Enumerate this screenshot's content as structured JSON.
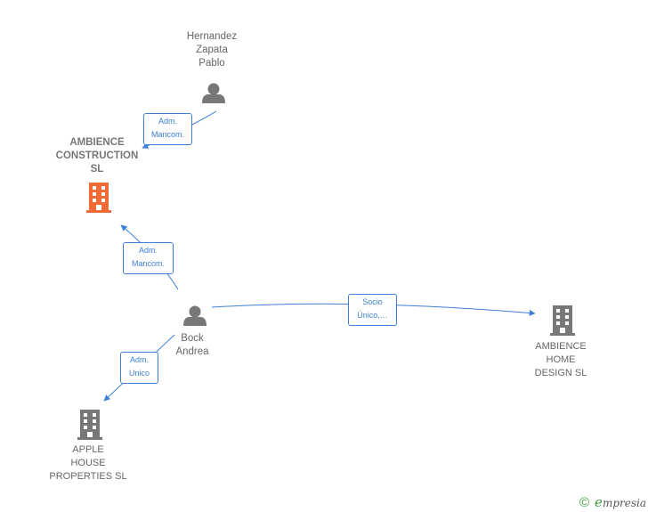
{
  "nodes": {
    "hernandez": {
      "lines": [
        "Hernandez",
        "Zapata",
        "Pablo"
      ],
      "icon": "person-icon"
    },
    "ambience_construction": {
      "lines": [
        "AMBIENCE",
        "CONSTRUCTION",
        "SL"
      ],
      "icon": "building-icon",
      "color": "#f26a36"
    },
    "bock": {
      "lines": [
        "Bock",
        "Andrea"
      ],
      "icon": "person-icon"
    },
    "ambience_home": {
      "lines": [
        "AMBIENCE",
        "HOME",
        "DESIGN SL"
      ],
      "icon": "building-icon",
      "color": "#777777"
    },
    "apple_house": {
      "lines": [
        "APPLE",
        "HOUSE",
        "PROPERTIES SL"
      ],
      "icon": "building-icon",
      "color": "#777777"
    }
  },
  "edges": {
    "hernandez_to_construction": {
      "lines": [
        "Adm.",
        "Mancom."
      ]
    },
    "bock_to_construction": {
      "lines": [
        "Adm.",
        "Mancom."
      ]
    },
    "bock_to_home": {
      "lines": [
        "Socio",
        "Único,…"
      ]
    },
    "bock_to_apple": {
      "lines": [
        "Adm.",
        "Unico"
      ]
    }
  },
  "colors": {
    "edge": "#3d7fd4",
    "person": "#777777"
  },
  "footer": {
    "copyright": "©",
    "brand_initial": "e",
    "brand_rest": "mpresia"
  }
}
